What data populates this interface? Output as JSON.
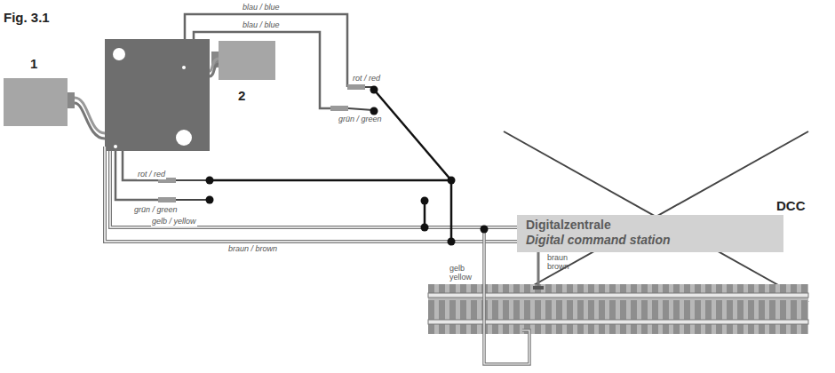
{
  "diagram": {
    "nodes": [
      {
        "text": [
          "Digitalzentrale",
          "Digital command station"
        ]
      }
    ],
    "labels": [
      "Fig. 3.1",
      "1",
      "2",
      "blau / blue",
      "blau / blue",
      "rot / red",
      "grün / green",
      "rot / red",
      "grün / green",
      "gelb / yellow",
      "braun / brown",
      "gelb yellow",
      "braun brown",
      "DCC"
    ]
  }
}
